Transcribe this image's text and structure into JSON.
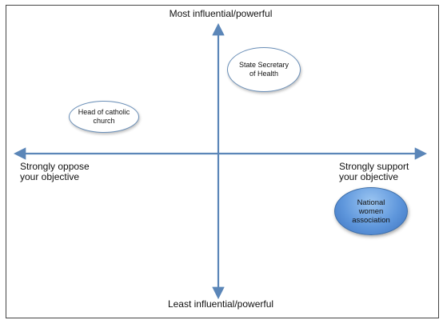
{
  "axes": {
    "top": "Most influential/powerful",
    "bottom": "Least influential/powerful",
    "left": "Strongly oppose\nyour objective",
    "right": "Strongly support\nyour objective",
    "color": "#5b86b8"
  },
  "stakeholders": [
    {
      "label": "Head of catholic\nchurch",
      "support": -0.58,
      "influence": 0.4
    },
    {
      "label": "State Secretary\nof Health",
      "support": 0.28,
      "influence": 0.75
    },
    {
      "label": "National\nwomen\nassociation",
      "support": 0.9,
      "influence": -0.47
    }
  ]
}
